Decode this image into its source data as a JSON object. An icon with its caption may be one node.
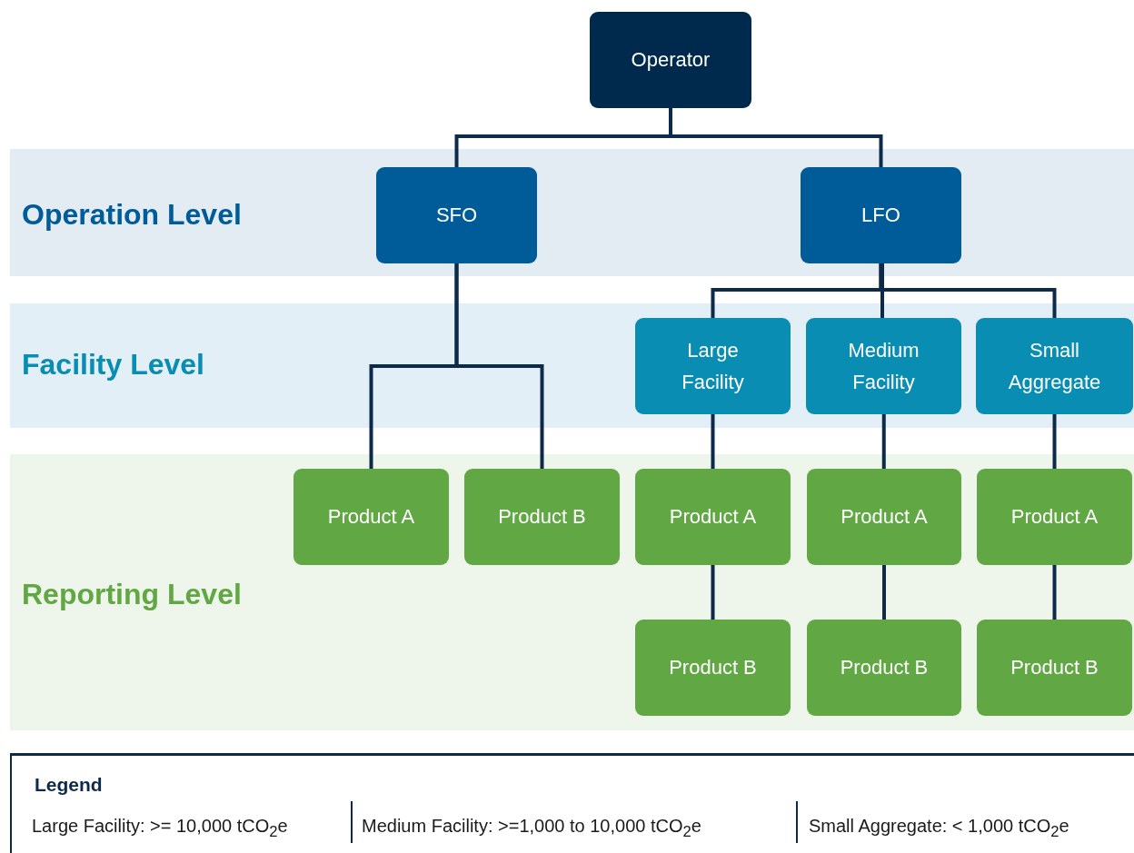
{
  "diagram": {
    "nodes": [
      {
        "text": [
          "Operator"
        ]
      },
      {
        "text": [
          "Operation Level"
        ]
      },
      {
        "text": [
          "SFO"
        ],
        "in": 1
      },
      {
        "text": [
          "LFO"
        ],
        "in": 1
      },
      {
        "text": [
          "Facility Level"
        ]
      },
      {
        "text": [
          "Large Facility"
        ],
        "in": 4
      },
      {
        "text": [
          "Medium Facility"
        ],
        "in": 4
      },
      {
        "text": [
          "Small Aggregate"
        ],
        "in": 4
      },
      {
        "text": [
          "Reporting Level"
        ]
      },
      {
        "text": [
          "Product A"
        ],
        "in": 8
      },
      {
        "text": [
          "Product B"
        ],
        "in": 8
      },
      {
        "text": [
          "Product A"
        ],
        "in": 8
      },
      {
        "text": [
          "Product A"
        ],
        "in": 8
      },
      {
        "text": [
          "Product A"
        ],
        "in": 8
      },
      {
        "text": [
          "Product B"
        ],
        "in": 8
      },
      {
        "text": [
          "Product B"
        ],
        "in": 8
      },
      {
        "text": [
          "Product B"
        ],
        "in": 8
      }
    ],
    "edges": [
      {
        "from": 0,
        "to": 2,
        "arrow": "none"
      },
      {
        "from": 0,
        "to": 3,
        "arrow": "none"
      },
      {
        "from": 2,
        "to": 9,
        "arrow": "none"
      },
      {
        "from": 2,
        "to": 10,
        "arrow": "none"
      },
      {
        "from": 3,
        "to": 5,
        "arrow": "none"
      },
      {
        "from": 3,
        "to": 6,
        "arrow": "none"
      },
      {
        "from": 3,
        "to": 7,
        "arrow": "none"
      },
      {
        "from": 5,
        "to": 11,
        "arrow": "none"
      },
      {
        "from": 6,
        "to": 12,
        "arrow": "none"
      },
      {
        "from": 7,
        "to": 13,
        "arrow": "none"
      },
      {
        "from": 11,
        "to": 14,
        "arrow": "none"
      },
      {
        "from": 12,
        "to": 15,
        "arrow": "none"
      },
      {
        "from": 13,
        "to": 16,
        "arrow": "none"
      }
    ],
    "labels": [
      "Legend",
      "Large Facility: >= 10,000 tCO$_{2}$e",
      "Medium Facility: >=1,000 to 10,000 tCO$_{2}$e",
      "Small Aggregate: < 1,000 tCO$_{2}$e"
    ]
  }
}
